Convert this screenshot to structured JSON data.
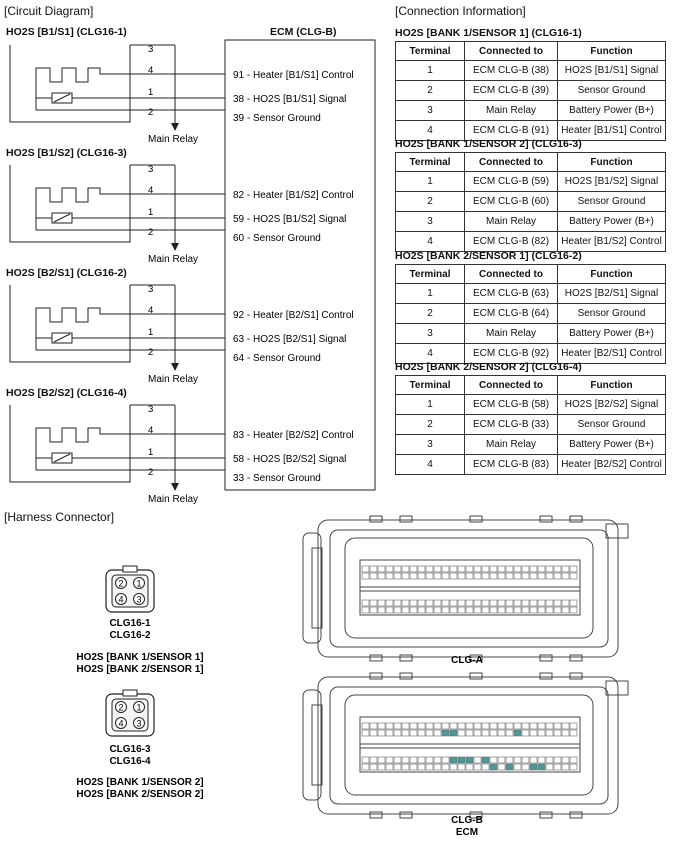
{
  "sections": {
    "circuit": "[Circuit Diagram]",
    "connection": "[Connection Information]",
    "harness": "[Harness Connector]"
  },
  "ecm_title": "ECM (CLG-B)",
  "main_relay": "Main Relay",
  "sensors": [
    {
      "title": "HO2S [B1/S1] (CLG16-1)",
      "pins": [
        "3",
        "4",
        "1",
        "2"
      ],
      "ecm": [
        "91 - Heater [B1/S1] Control",
        "38 - HO2S [B1/S1] Signal",
        "39 - Sensor Ground"
      ]
    },
    {
      "title": "HO2S [B1/S2] (CLG16-3)",
      "pins": [
        "3",
        "4",
        "1",
        "2"
      ],
      "ecm": [
        "82 - Heater [B1/S2] Control",
        "59 - HO2S [B1/S2] Signal",
        "60 - Sensor Ground"
      ]
    },
    {
      "title": "HO2S [B2/S1] (CLG16-2)",
      "pins": [
        "3",
        "4",
        "1",
        "2"
      ],
      "ecm": [
        "92 - Heater [B2/S1] Control",
        "63 - HO2S [B2/S1] Signal",
        "64 - Sensor Ground"
      ]
    },
    {
      "title": "HO2S [B2/S2] (CLG16-4)",
      "pins": [
        "3",
        "4",
        "1",
        "2"
      ],
      "ecm": [
        "83 - Heater [B2/S2] Control",
        "58 - HO2S [B2/S2] Signal",
        "33 - Sensor Ground"
      ]
    }
  ],
  "table_headers": [
    "Terminal",
    "Connected to",
    "Function"
  ],
  "tables": [
    {
      "title": "HO2S [BANK 1/SENSOR 1] (CLG16-1)",
      "rows": [
        [
          "1",
          "ECM CLG-B (38)",
          "HO2S [B1/S1] Signal"
        ],
        [
          "2",
          "ECM CLG-B (39)",
          "Sensor Ground"
        ],
        [
          "3",
          "Main Relay",
          "Battery Power (B+)"
        ],
        [
          "4",
          "ECM CLG-B (91)",
          "Heater [B1/S1] Control"
        ]
      ]
    },
    {
      "title": "HO2S [BANK 1/SENSOR 2] (CLG16-3)",
      "rows": [
        [
          "1",
          "ECM CLG-B (59)",
          "HO2S [B1/S2] Signal"
        ],
        [
          "2",
          "ECM CLG-B (60)",
          "Sensor Ground"
        ],
        [
          "3",
          "Main Relay",
          "Battery Power (B+)"
        ],
        [
          "4",
          "ECM CLG-B (82)",
          "Heater [B1/S2] Control"
        ]
      ]
    },
    {
      "title": "HO2S [BANK 2/SENSOR 1] (CLG16-2)",
      "rows": [
        [
          "1",
          "ECM CLG-B (63)",
          "HO2S [B2/S1] Signal"
        ],
        [
          "2",
          "ECM CLG-B (64)",
          "Sensor Ground"
        ],
        [
          "3",
          "Main Relay",
          "Battery Power (B+)"
        ],
        [
          "4",
          "ECM CLG-B (92)",
          "Heater [B2/S1] Control"
        ]
      ]
    },
    {
      "title": "HO2S [BANK 2/SENSOR 2] (CLG16-4)",
      "rows": [
        [
          "1",
          "ECM CLG-B (58)",
          "HO2S [B2/S2] Signal"
        ],
        [
          "2",
          "ECM CLG-B (33)",
          "Sensor Ground"
        ],
        [
          "3",
          "Main Relay",
          "Battery Power (B+)"
        ],
        [
          "4",
          "ECM CLG-B (83)",
          "Heater [B2/S2] Control"
        ]
      ]
    }
  ],
  "harness": {
    "connector_pins": [
      "2",
      "1",
      "4",
      "3"
    ],
    "conn1_ids": [
      "CLG16-1",
      "CLG16-2"
    ],
    "conn1_desc": [
      "HO2S [BANK 1/SENSOR 1]",
      "HO2S [BANK 2/SENSOR 1]"
    ],
    "conn2_ids": [
      "CLG16-3",
      "CLG16-4"
    ],
    "conn2_desc": [
      "HO2S [BANK 1/SENSOR 2]",
      "HO2S [BANK 2/SENSOR 2]"
    ],
    "ecm_a_label": "CLG-A",
    "ecm_b_label": "CLG-B",
    "ecm_b_sub": "ECM",
    "highlight_color": "#4a9a9a"
  }
}
